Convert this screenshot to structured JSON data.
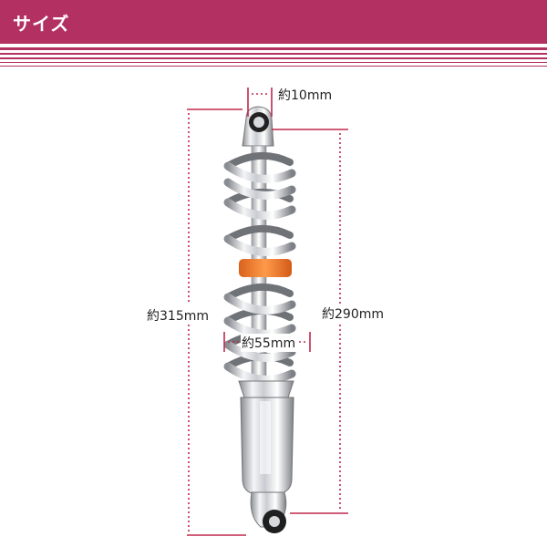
{
  "header": {
    "title": "サイズ",
    "accent": "#b33062"
  },
  "product": {
    "image": "chrome-coil-shock-absorber",
    "spring_color": "chrome",
    "collar_color": "#f07b2a"
  },
  "dimensions": {
    "eye_width": "約10mm",
    "total_length": "約315mm",
    "center_to_center": "約290mm",
    "spring_diameter": "約55mm"
  },
  "colors": {
    "dimension_line": "#c0284c"
  }
}
